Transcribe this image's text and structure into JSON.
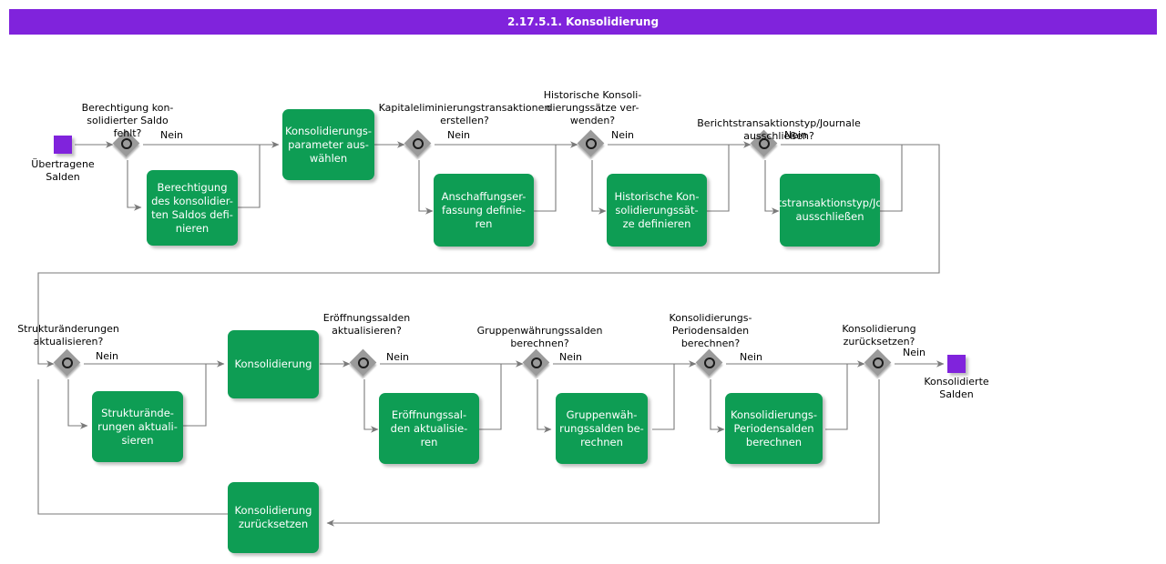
{
  "header": {
    "title": "2.17.5.1. Konsolidierung",
    "bar_color": "#8023DC"
  },
  "theme": {
    "task_fill": "#0E9D54",
    "task_text": "#FFFFFF",
    "event_fill": "#8023DC",
    "gateway_fill": "#9A9A9A",
    "gateway_ring": "#1A1A1A",
    "connector": "#808080",
    "canvas": "#FFFFFF"
  },
  "diagram": {
    "type": "bpmn-process-flow",
    "events": [
      {
        "id": "start",
        "name": "Übertragene\nSalden",
        "kind": "start-event"
      },
      {
        "id": "end",
        "name": "Konsolidierte\nSalden",
        "kind": "end-event"
      }
    ],
    "gateways": [
      {
        "id": "gw1",
        "label": "Berechtigung kon-\nsolidierter Saldo\nfehlt?",
        "flow_label": "Nein"
      },
      {
        "id": "gw2",
        "label": "Kapitaleliminierungstransaktionen\nerstellen?",
        "flow_label": "Nein"
      },
      {
        "id": "gw3",
        "label": "Historische Konsoli-\ndierungssätze ver-\nwenden?",
        "flow_label": "Nein"
      },
      {
        "id": "gw4",
        "label": "Berichtstransaktionstyp/Journale\nausschließen?",
        "flow_label": "Nein"
      },
      {
        "id": "gw5",
        "label": "Strukturänderungen\naktualisieren?",
        "flow_label": "Nein"
      },
      {
        "id": "gw6",
        "label": "Eröffnungssalden\naktualisieren?",
        "flow_label": "Nein"
      },
      {
        "id": "gw7",
        "label": "Gruppenwährungssalden\nberechnen?",
        "flow_label": "Nein"
      },
      {
        "id": "gw8",
        "label": "Konsolidierungs-\nPeriodensalden\nberechnen?",
        "flow_label": "Nein"
      },
      {
        "id": "gw9",
        "label": "Konsolidierung\nzurücksetzen?",
        "flow_label": "Nein"
      }
    ],
    "tasks": [
      {
        "id": "t1",
        "name": "Berechtigung\ndes konsolidier-\nten Saldos defi-\nnieren"
      },
      {
        "id": "t2",
        "name": "Konsolidierungs-\nparameter aus-\nwählen"
      },
      {
        "id": "t3",
        "name": "Anschaffungser-\nfassung definie-\nren"
      },
      {
        "id": "t4",
        "name": "Historische Kon-\nsolidierungssät-\nze definieren"
      },
      {
        "id": "t5",
        "name": "Berichtstransaktionstyp/Journale\nausschließen"
      },
      {
        "id": "t6",
        "name": "Konsolidierung"
      },
      {
        "id": "t7",
        "name": "Strukturände-\nrungen aktuali-\nsieren"
      },
      {
        "id": "t8",
        "name": "Eröffnungssal-\nden aktualisie-\nren"
      },
      {
        "id": "t9",
        "name": "Gruppenwäh-\nrungssalden be-\nrechnen"
      },
      {
        "id": "t10",
        "name": "Konsolidierungs-\nPeriodensalden\nberechnen"
      },
      {
        "id": "t11",
        "name": "Konsolidierung\nzurücksetzen"
      }
    ]
  }
}
